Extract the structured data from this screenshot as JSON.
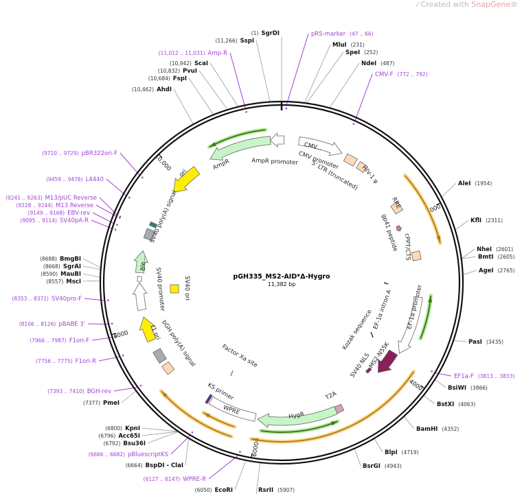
{
  "watermark": {
    "prefix": "Created with ",
    "brand": "SnapGene",
    "suffix": "®"
  },
  "plasmid": {
    "name": "pGH335_MS2-AID*Δ-Hygro",
    "length": "11,382 bp"
  },
  "ruler_ticks": [
    "2000",
    "4000",
    "6000",
    "8000",
    "10,000"
  ],
  "sites": [
    {
      "name": "SgrDI",
      "pos": "(1)"
    },
    {
      "name": "SspI",
      "pos": "(11,266)"
    },
    {
      "name": "ScaI",
      "pos": "(10,942)"
    },
    {
      "name": "PvuI",
      "pos": "(10,832)"
    },
    {
      "name": "FspI",
      "pos": "(10,684)"
    },
    {
      "name": "AhdI",
      "pos": "(10,462)"
    },
    {
      "name": "BmgBI",
      "pos": "(8688)"
    },
    {
      "name": "SgrAI",
      "pos": "(8668)"
    },
    {
      "name": "MauBI",
      "pos": "(8590)"
    },
    {
      "name": "MscI",
      "pos": "(8557)"
    },
    {
      "name": "PmeI",
      "pos": "(7377)"
    },
    {
      "name": "KpnI",
      "pos": "(6800)"
    },
    {
      "name": "Acc65I",
      "pos": "(6796)"
    },
    {
      "name": "Bsu36I",
      "pos": "(6792)"
    },
    {
      "name": "BspDI - ClaI",
      "pos": "(6664)"
    },
    {
      "name": "EcoRI",
      "pos": "(6050)"
    },
    {
      "name": "RsrII",
      "pos": "(5907)"
    },
    {
      "name": "BsrGI",
      "pos": "(4943)"
    },
    {
      "name": "BlpI",
      "pos": "(4719)"
    },
    {
      "name": "BamHI",
      "pos": "(4352)"
    },
    {
      "name": "BstXI",
      "pos": "(4063)"
    },
    {
      "name": "BsiWI",
      "pos": "(3866)"
    },
    {
      "name": "PasI",
      "pos": "(3435)"
    },
    {
      "name": "AgeI",
      "pos": "(2765)"
    },
    {
      "name": "BmtI",
      "pos": "(2605)"
    },
    {
      "name": "NheI",
      "pos": "(2601)"
    },
    {
      "name": "KflI",
      "pos": "(2311)"
    },
    {
      "name": "AleI",
      "pos": "(1954)"
    },
    {
      "name": "NdeI",
      "pos": "(487)"
    },
    {
      "name": "SpeI",
      "pos": "(252)"
    },
    {
      "name": "MluI",
      "pos": "(231)"
    }
  ],
  "primers": [
    {
      "name": "pRS-marker",
      "range": "(47 .. 66)"
    },
    {
      "name": "CMV-F",
      "range": "(772 .. 792)"
    },
    {
      "name": "EF1a-F",
      "range": "(3813 .. 3833)"
    },
    {
      "name": "WPRE-R",
      "range": "(6127 .. 6147)"
    },
    {
      "name": "pBluescriptKS",
      "range": "(6666 .. 6682)"
    },
    {
      "name": "BGH-rev",
      "range": "(7393 .. 7410)"
    },
    {
      "name": "F1ori-R",
      "range": "(7756 .. 7775)"
    },
    {
      "name": "F1ori-F",
      "range": "(7966 .. 7987)"
    },
    {
      "name": "pBABE 3'",
      "range": "(8106 .. 8126)"
    },
    {
      "name": "SV40pro-F",
      "range": "(8353 .. 8372)"
    },
    {
      "name": "SV40pA-R",
      "range": "(9095 .. 9114)"
    },
    {
      "name": "EBV-rev",
      "range": "(9149 .. 9168)"
    },
    {
      "name": "M13 Reverse",
      "range": "(9228 .. 9244)"
    },
    {
      "name": "M13/pUC Reverse",
      "range": "(9241 .. 9263)"
    },
    {
      "name": "L4440",
      "range": "(9459 .. 9476)"
    },
    {
      "name": "pBR322ori-F",
      "range": "(9710 .. 9729)"
    },
    {
      "name": "Amp-R",
      "range": "(11,012 .. 11,031)"
    }
  ],
  "features": [
    "AmpR",
    "AmpR promoter",
    "CMV...",
    "CMV promoter",
    "5' LTR (truncated)",
    "HIV-1 ψ",
    "RRE",
    "gp41 peptide",
    "cPPT/CTS",
    "EF-1α promoter",
    "EF-1α intron A",
    "Kozak sequence",
    "MS2-N55K",
    "SV40 NLS",
    "T2A",
    "HygR",
    "WPRE",
    "KS primer",
    "Factor Xa site",
    "bGH poly(A) signal",
    "f1 ori",
    "SV40 promoter",
    "Ble...",
    "SV40 ori",
    "SV40 poly(A) signal",
    "ori"
  ],
  "colors": {
    "primer": "#a23fd6",
    "marker_green": "#c8f5c8",
    "promoter_white": "#ffffff",
    "origin_yellow": "#ffee00",
    "misc_peach": "#fdd9b5",
    "polyA_grey": "#a8acb0",
    "maroon": "#8b1f5a",
    "orf_orange": "#b87d16",
    "orf_green": "#3d7a1a"
  }
}
